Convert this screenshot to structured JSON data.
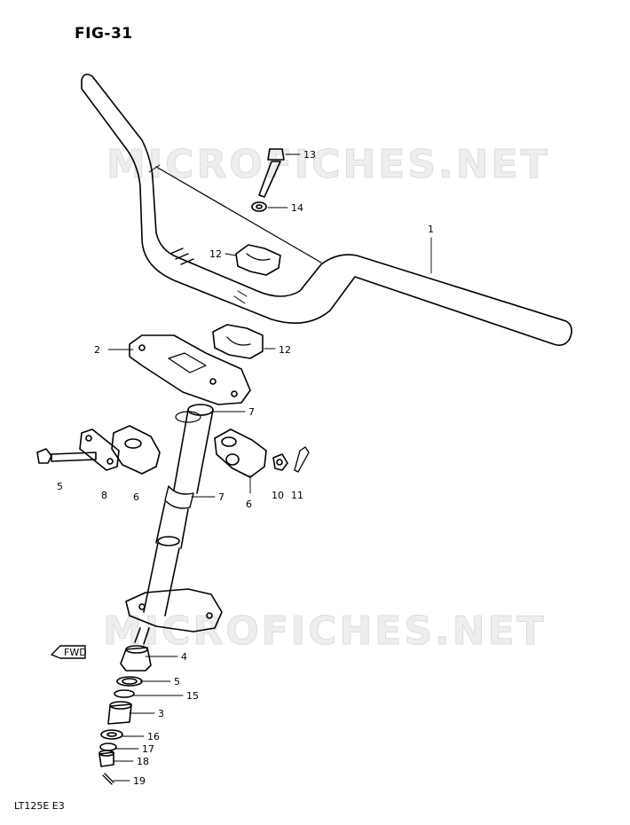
{
  "figure": {
    "title": "FIG-31",
    "model": "LT125E  E3"
  },
  "watermarks": [
    "MICROFICHES.NET",
    "MICROFICHES.NET"
  ],
  "fwd_label": "FWD",
  "callouts": {
    "c1": "1",
    "c2": "2",
    "c3": "3",
    "c4": "4",
    "c5a": "5",
    "c5b": "5",
    "c6a": "6",
    "c6b": "6",
    "c7a": "7",
    "c7b": "7",
    "c8": "8",
    "c10": "10",
    "c11": "11",
    "c12a": "12",
    "c12b": "12",
    "c13": "13",
    "c14": "14",
    "c15": "15",
    "c16": "16",
    "c17": "17",
    "c18": "18",
    "c19": "19"
  }
}
